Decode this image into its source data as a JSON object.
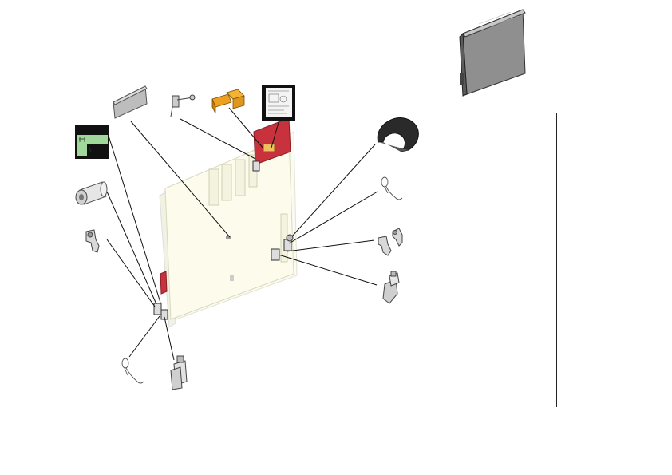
{
  "diagram": {
    "kind": "exploded-parts-view",
    "text_visible": "none",
    "colors": {
      "panel_red": "#c8323c",
      "board_tint": "#fdfcec",
      "bracket_orange": "#f0a020",
      "label_green": "#9fd89a",
      "panel_gray": "#8f8f8f",
      "leader_line": "#111111",
      "divider": "#222222"
    },
    "parts": [
      {
        "id": "cover-plate",
        "icon": "cover-plate-icon"
      },
      {
        "id": "cable-clip",
        "icon": "cable-clip-icon"
      },
      {
        "id": "orange-bracket",
        "icon": "bracket-icon"
      },
      {
        "id": "instruction-label",
        "icon": "label-icon"
      },
      {
        "id": "green-label",
        "icon": "label-icon"
      },
      {
        "id": "spacer-tube",
        "icon": "cylinder-icon"
      },
      {
        "id": "latch-left",
        "icon": "latch-icon"
      },
      {
        "id": "spring-clip-left",
        "icon": "spring-icon"
      },
      {
        "id": "handle-left",
        "icon": "handle-icon"
      },
      {
        "id": "c-washer",
        "icon": "washer-icon"
      },
      {
        "id": "spring-clip-right",
        "icon": "spring-icon"
      },
      {
        "id": "latch-pair-right",
        "icon": "latch-icon"
      },
      {
        "id": "handle-right",
        "icon": "handle-icon"
      },
      {
        "id": "assembled-module",
        "icon": "module-icon"
      }
    ]
  }
}
